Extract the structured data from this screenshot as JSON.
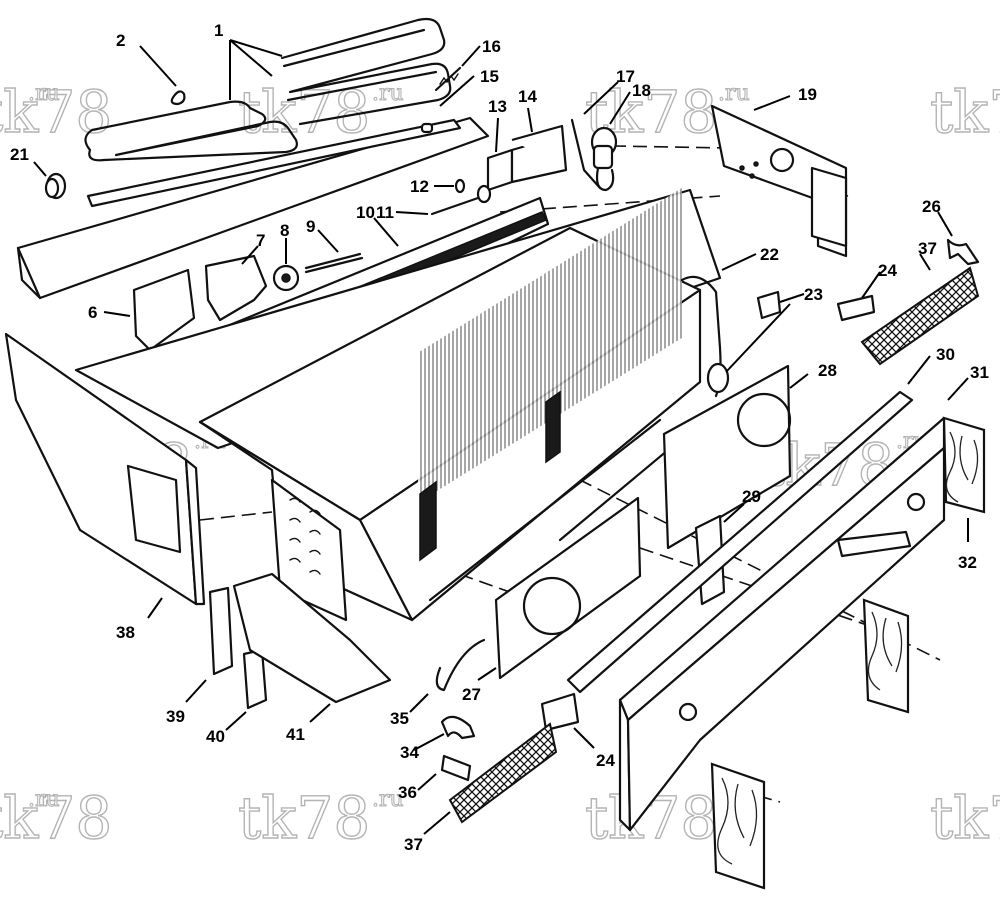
{
  "watermark": {
    "brand": "tk78",
    "suffix": ".ru"
  },
  "callouts": [
    "1",
    "2",
    "6",
    "7",
    "8",
    "9",
    "10",
    "11",
    "12",
    "13",
    "14",
    "15",
    "16",
    "17",
    "18",
    "19",
    "21",
    "22",
    "23",
    "24",
    "24",
    "26",
    "27",
    "28",
    "29",
    "30",
    "31",
    "32",
    "34",
    "35",
    "36",
    "37",
    "37",
    "38",
    "39",
    "40",
    "41"
  ]
}
